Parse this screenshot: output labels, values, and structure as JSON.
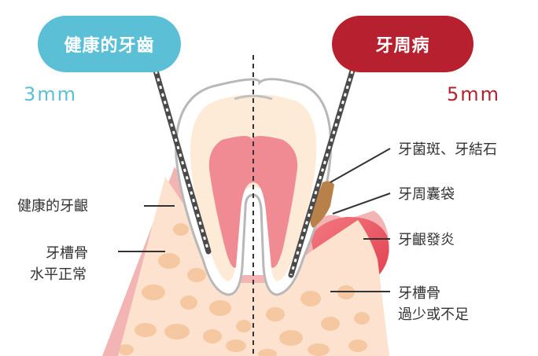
{
  "healthy": {
    "title": "健康的牙齒",
    "depth": "3mm",
    "labels": {
      "gum": "健康的牙齦",
      "bone_line1": "牙槽骨",
      "bone_line2": "水平正常"
    }
  },
  "disease": {
    "title": "牙周病",
    "depth": "5mm",
    "labels": {
      "plaque": "牙菌斑、牙結石",
      "pocket": "牙周囊袋",
      "gum": "牙齦發炎",
      "bone_line1": "牙槽骨",
      "bone_line2": "過少或不足"
    }
  },
  "colors": {
    "healthy_accent": "#5bbfd6",
    "disease_accent": "#b7202e",
    "gum": "#f3b4b4",
    "bone": "#fde3cf",
    "bone_spots": "#f5c8a2",
    "tooth_crown": "#fdebd8",
    "pulp": "#f08a93"
  }
}
